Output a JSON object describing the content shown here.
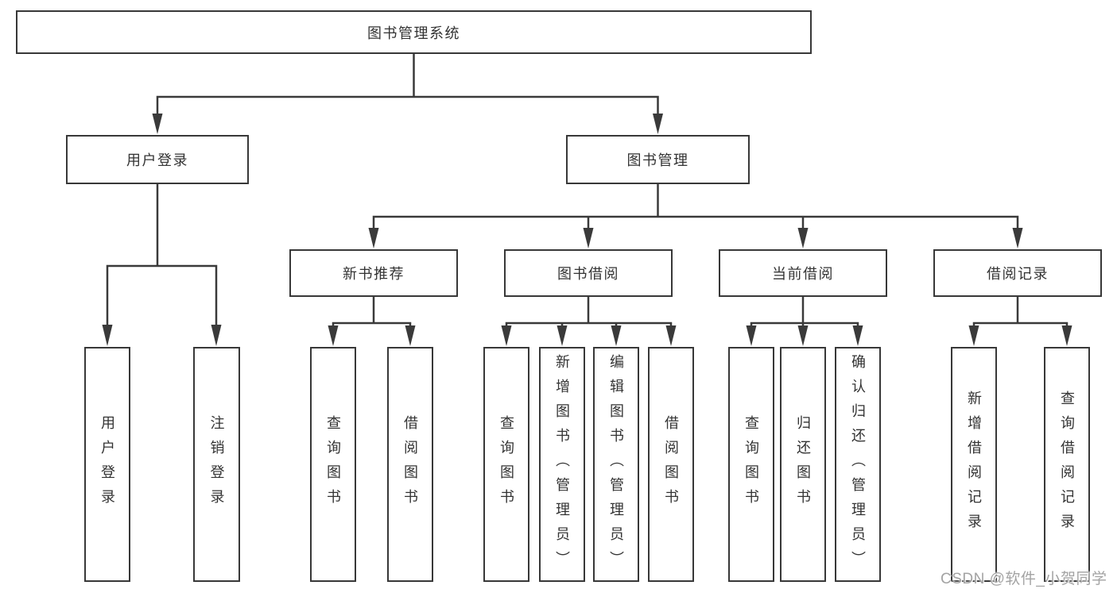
{
  "diagram": {
    "root": {
      "label": "图书管理系统"
    },
    "branches": [
      {
        "label": "用户登录",
        "children": [
          {
            "label": "用户登录"
          },
          {
            "label": "注销登录"
          }
        ]
      },
      {
        "label": "图书管理",
        "children": [
          {
            "label": "新书推荐",
            "children": [
              {
                "label": "查询图书"
              },
              {
                "label": "借阅图书"
              }
            ]
          },
          {
            "label": "图书借阅",
            "children": [
              {
                "label": "查询图书"
              },
              {
                "label": "新增图书（管理员）"
              },
              {
                "label": "编辑图书（管理员）"
              },
              {
                "label": "借阅图书"
              }
            ]
          },
          {
            "label": "当前借阅",
            "children": [
              {
                "label": "查询图书"
              },
              {
                "label": "归还图书"
              },
              {
                "label": "确认归还（管理员）"
              }
            ]
          },
          {
            "label": "借阅记录",
            "children": [
              {
                "label": "新增借阅记录"
              },
              {
                "label": "查询借阅记录"
              }
            ]
          }
        ]
      }
    ]
  },
  "watermark": "CSDN @软件_小贺同学",
  "colors": {
    "line": "#3a3a3a",
    "box_border": "#383838",
    "text": "#333333",
    "watermark": "#a3a3a3",
    "background": "#ffffff"
  }
}
